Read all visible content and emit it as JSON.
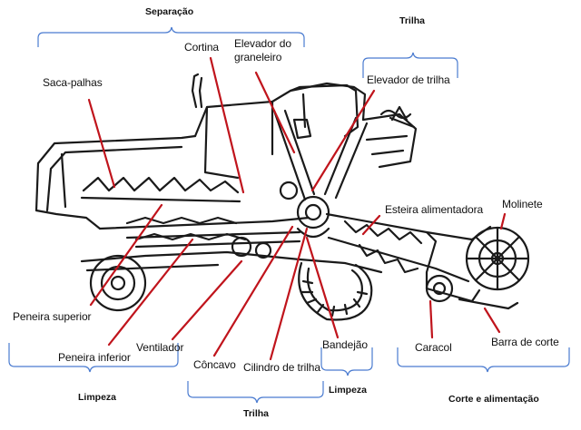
{
  "groups": {
    "separacao": "Separação",
    "trilha_top": "Trilha",
    "limpeza_left": "Limpeza",
    "trilha_bottom": "Trilha",
    "limpeza_mid": "Limpeza",
    "corte": "Corte e alimentação"
  },
  "labels": {
    "cortina": "Cortina",
    "elevador_graneleiro_1": "Elevador do",
    "elevador_graneleiro_2": "graneleiro",
    "elevador_trilha": "Elevador de trilha",
    "saca_palhas": "Saca-palhas",
    "esteira": "Esteira alimentadora",
    "molinete": "Molinete",
    "peneira_superior": "Peneira superior",
    "peneira_inferior": "Peneira inferior",
    "ventilador": "Ventilador",
    "concavo": "Côncavo",
    "cilindro": "Cilindro de trilha",
    "bandejao": "Bandejão",
    "caracol": "Caracol",
    "barra_corte": "Barra de corte"
  },
  "colors": {
    "pointer": "#c0141c",
    "bracket": "#4a7bd0",
    "machine": "#1a1a1a"
  }
}
